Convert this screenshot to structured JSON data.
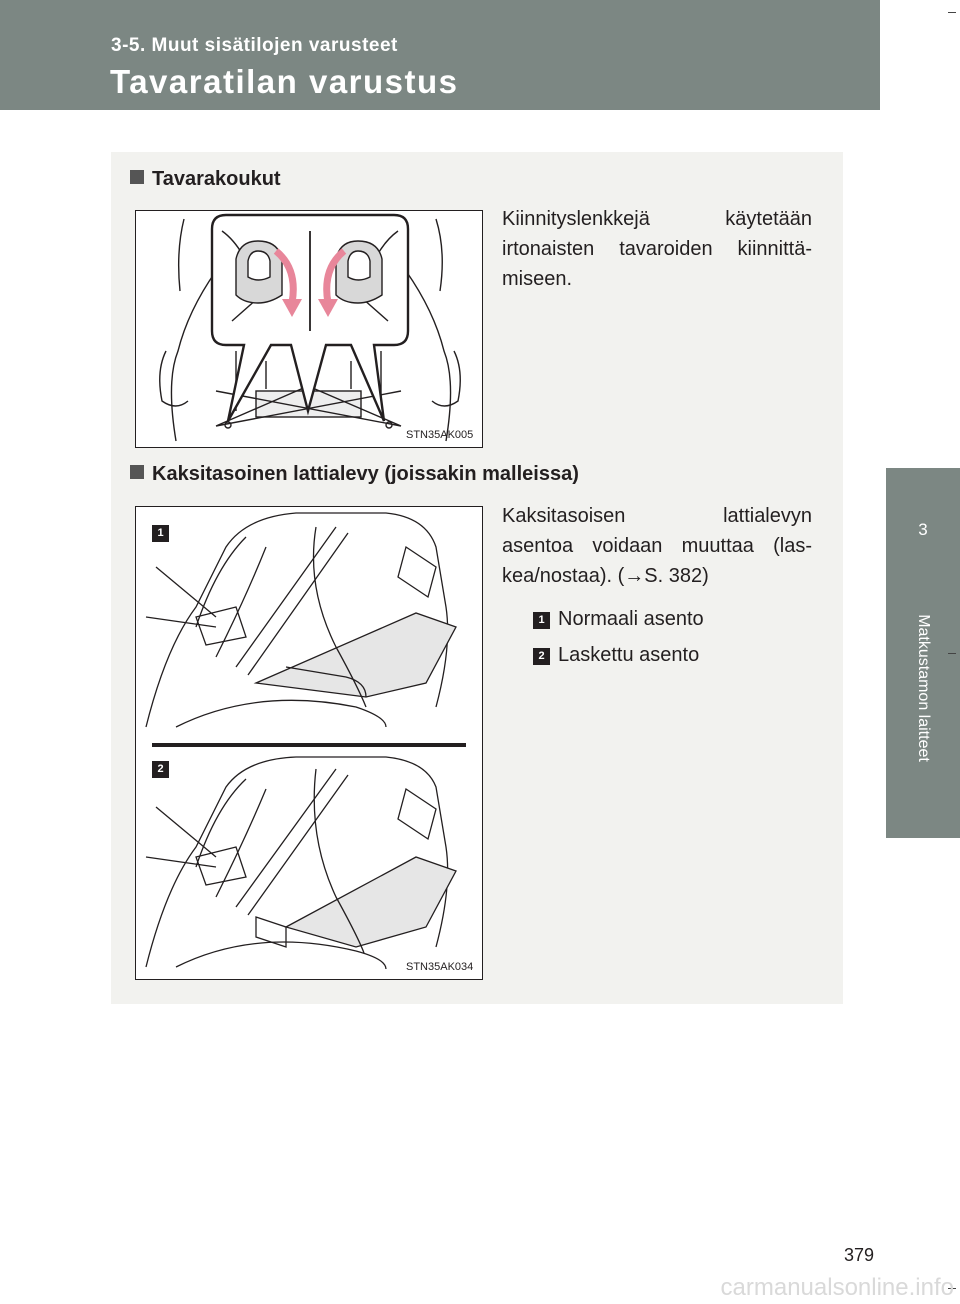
{
  "header": {
    "section": "3-5. Muut sisätilojen varusteet",
    "title": "Tavaratilan varustus"
  },
  "side_tab": {
    "chapter_number": "3",
    "chapter_title": "Matkustamon laitteet"
  },
  "sections": [
    {
      "heading": "Tavarakoukut",
      "body_lines": [
        "Kiinnityslenkkejä käytetään",
        "irtonaisten tavaroiden kiinnittä-",
        "miseen."
      ],
      "figure_code": "STN35AK005"
    },
    {
      "heading": "Kaksitasoinen lattialevy (joissakin malleissa)",
      "body_lines": [
        "Kaksitasoisen lattialevyn",
        "asentoa voidaan muuttaa (las-",
        "kea/nostaa). (→S. 382)"
      ],
      "figure_code": "STN35AK034",
      "legend": [
        {
          "badge": "1",
          "label": "Normaali asento"
        },
        {
          "badge": "2",
          "label": "Laskettu asento"
        }
      ]
    }
  ],
  "page_number": "379",
  "watermark": "carmanualsonline.info"
}
